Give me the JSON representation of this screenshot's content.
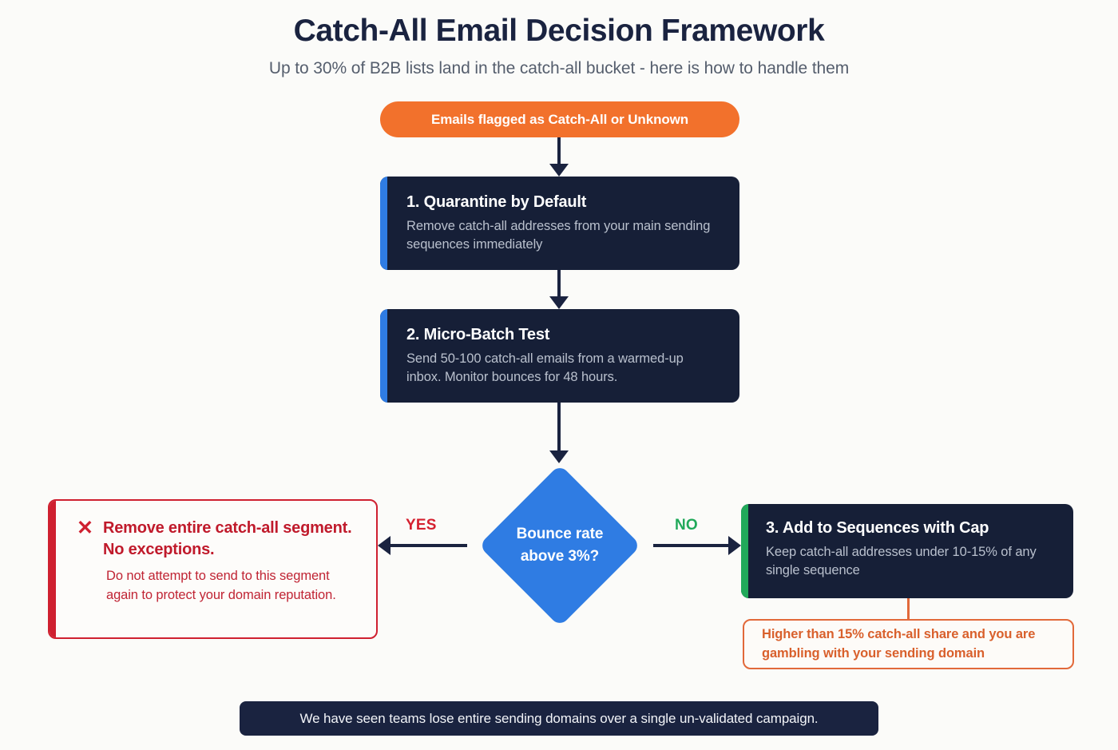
{
  "header": {
    "title": "Catch-All Email Decision Framework",
    "subtitle": "Up to 30% of B2B lists land in the catch-all bucket - here is how to handle them"
  },
  "start_node": {
    "label": "Emails flagged as Catch-All or Unknown",
    "color": "#f2712c"
  },
  "steps": [
    {
      "heading": "1. Quarantine by Default",
      "desc": "Remove catch-all addresses from your main sending sequences immediately",
      "accent": "#2f7ce3"
    },
    {
      "heading": "2. Micro-Batch Test",
      "desc": "Send 50-100 catch-all emails from a warmed-up inbox. Monitor bounces for 48 hours.",
      "accent": "#2f7ce3"
    },
    {
      "heading": "3. Add to Sequences with Cap",
      "desc": "Keep catch-all addresses under 10-15% of any single sequence",
      "accent": "#21a95a"
    }
  ],
  "decision": {
    "line1": "Bounce rate",
    "line2": "above 3%?",
    "color": "#2f7ce3",
    "yes_label": "YES",
    "yes_color": "#d5202f",
    "no_label": "NO",
    "no_color": "#21a95a"
  },
  "reject_outcome": {
    "icon": "✕",
    "title": "Remove entire catch-all segment. No exceptions.",
    "desc": "Do not attempt to send to this segment again to protect your domain reputation.",
    "color": "#cf2030"
  },
  "warning": {
    "text": "Higher than 15% catch-all share and you are gambling with your sending domain",
    "color": "#d9602c"
  },
  "footer": {
    "text": "We have seen teams lose entire sending domains over a single un-validated campaign.",
    "background": "#1a2340"
  }
}
